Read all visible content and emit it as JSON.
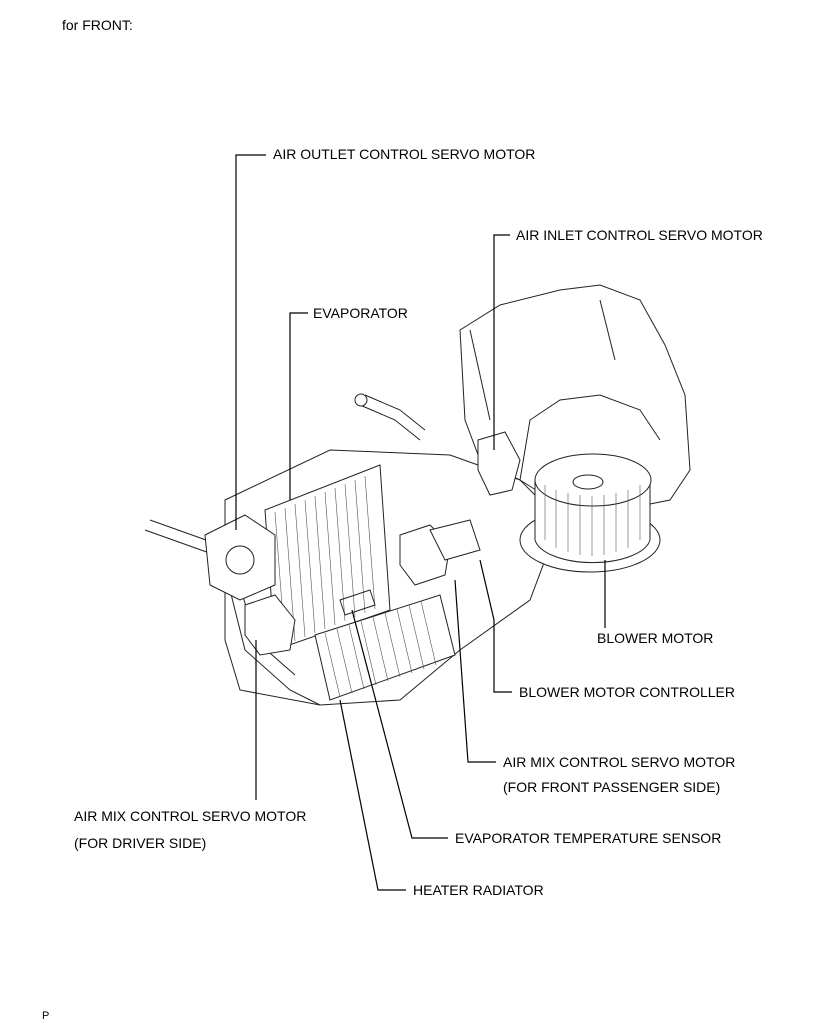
{
  "header": {
    "section_label": "for FRONT:"
  },
  "footer": {
    "code": "P"
  },
  "diagram": {
    "labels": {
      "air_outlet": "AIR OUTLET CONTROL SERVO MOTOR",
      "air_inlet": "AIR INLET CONTROL SERVO MOTOR",
      "evaporator": "EVAPORATOR",
      "blower_motor": "BLOWER MOTOR",
      "blower_controller": "BLOWER MOTOR CONTROLLER",
      "air_mix_passenger_1": "AIR MIX CONTROL SERVO MOTOR",
      "air_mix_passenger_2": "(FOR FRONT PASSENGER SIDE)",
      "air_mix_driver_1": "AIR MIX CONTROL SERVO MOTOR",
      "air_mix_driver_2": "(FOR DRIVER SIDE)",
      "evap_temp_sensor": "EVAPORATOR TEMPERATURE SENSOR",
      "heater_radiator": "HEATER RADIATOR"
    }
  }
}
